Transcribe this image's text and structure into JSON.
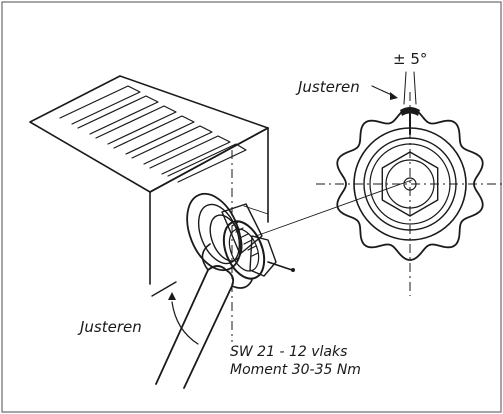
{
  "diagram": {
    "labels": {
      "angle": "± 5°",
      "adjust_top": "Justeren",
      "adjust_bottom": "Justeren",
      "wrench_spec_line1": "SW 21 - 12 vlaks",
      "wrench_spec_line2": "Moment 30-35 Nm"
    },
    "colors": {
      "line": "#1a1a1a",
      "frame": "#6b6b6b",
      "background": "#ffffff"
    }
  }
}
